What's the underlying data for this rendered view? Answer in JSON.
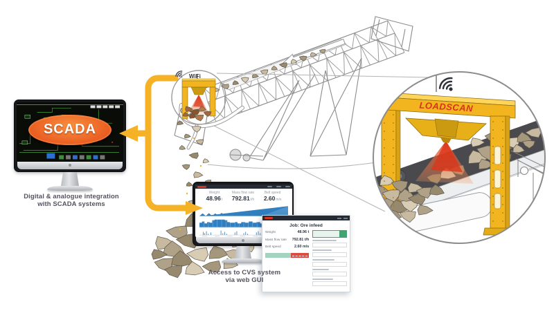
{
  "colors": {
    "accent_yellow": "#F5B226",
    "scanner_yellow": "#F2B51F",
    "scan_red": "#D63320",
    "chart_blue": "#2F7FC1",
    "scada_orange": "#EC6224",
    "caption_gray": "#56525E",
    "progress_green": "#A5D3BF",
    "progress_red": "#DF4B41"
  },
  "scada_monitor": {
    "screen_badge": "SCADA",
    "caption_line1": "Digital & analogue integration",
    "caption_line2": "with SCADA systems"
  },
  "field_scanner": {
    "wifi_label": "WiFi"
  },
  "inset": {
    "brand": "LOADSCAN"
  },
  "cvs_monitor": {
    "caption_line1": "Access to CVS system",
    "caption_line2": "via web GUI",
    "stats": [
      {
        "label": "Weight",
        "value": "48.96",
        "unit": "t"
      },
      {
        "label": "Mass flow rate",
        "value": "792.81",
        "unit": "t/h"
      },
      {
        "label": "Belt speed",
        "value": "2.60",
        "unit": "m/s"
      }
    ]
  },
  "job_panel": {
    "title": "Job: Ore infeed",
    "rows": [
      {
        "label": "Weight",
        "value": "48.96 t"
      },
      {
        "label": "Mass flow rate",
        "value": "792.81 t/h"
      },
      {
        "label": "Belt speed",
        "value": "2.60 m/s"
      }
    ]
  }
}
